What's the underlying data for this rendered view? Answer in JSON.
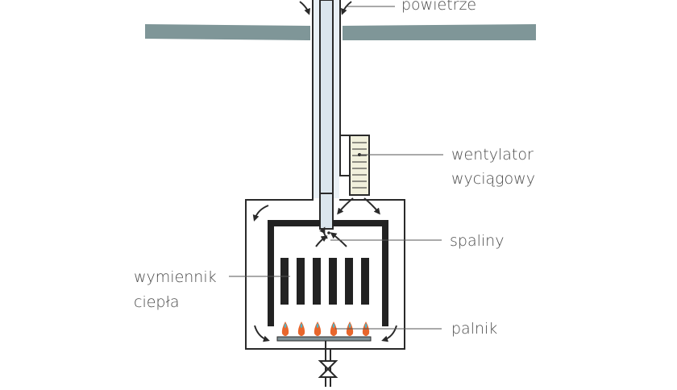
{
  "labels": {
    "air": "powietrze",
    "fan_line1": "wentylator",
    "fan_line2": "wyciągowy",
    "flue_gas": "spaliny",
    "exchanger_line1": "wymiennik",
    "exchanger_line2": "ciepła",
    "burner": "palnik"
  },
  "colors": {
    "wall": "#7f9698",
    "pipe_fill": "#dbe6ee",
    "outline": "#2a2a2a",
    "exchanger": "#222222",
    "flame_outer": "#e8662c",
    "flame_inner": "#4fb3c8",
    "label_text": "#4a4a4a",
    "leader_line": "#555555"
  },
  "icons": {
    "flow_arrow": "curved-arrow-icon",
    "valve": "valve-icon",
    "fan": "fan-icon",
    "flame": "flame-icon"
  },
  "exchanger": {
    "plate_count": 6
  },
  "burner": {
    "flame_count": 6
  }
}
